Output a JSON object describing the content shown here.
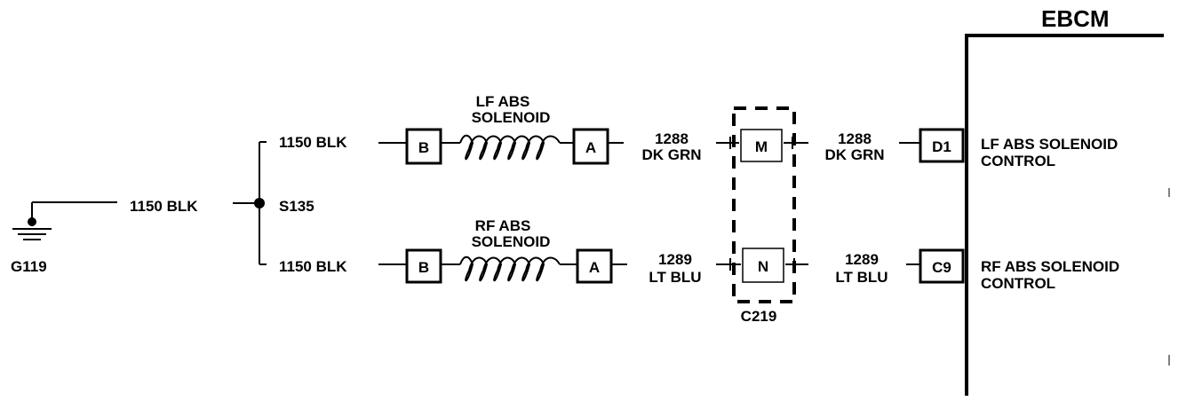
{
  "ebcm": {
    "title": "EBCM",
    "lf_control": [
      "LF ABS SOLENOID",
      "CONTROL"
    ],
    "rf_control": [
      "RF ABS SOLENOID",
      "CONTROL"
    ],
    "lf_pin": "D1",
    "rf_pin": "C9"
  },
  "ground": {
    "label": "G119",
    "wire": "1150 BLK"
  },
  "splice": {
    "label": "S135",
    "upper_wire": "1150 BLK",
    "lower_wire": "1150 BLK"
  },
  "lf_solenoid": {
    "name": [
      "LF ABS",
      "SOLENOID"
    ],
    "pin_in": "B",
    "pin_out": "A",
    "wire_out": [
      "1288",
      "DK GRN"
    ],
    "wire_to_ebcm": [
      "1288",
      "DK GRN"
    ]
  },
  "rf_solenoid": {
    "name": [
      "RF ABS",
      "SOLENOID"
    ],
    "pin_in": "B",
    "pin_out": "A",
    "wire_out": [
      "1289",
      "LT BLU"
    ],
    "wire_to_ebcm": [
      "1289",
      "LT BLU"
    ]
  },
  "connector": {
    "label": "C219",
    "pin_upper": "M",
    "pin_lower": "N"
  }
}
